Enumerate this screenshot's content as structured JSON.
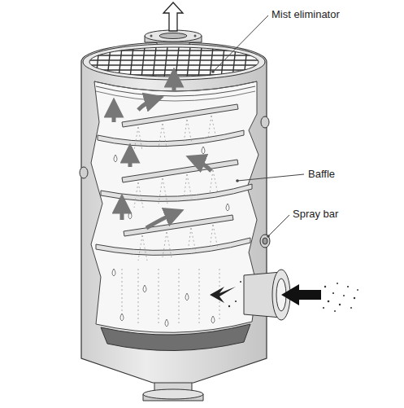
{
  "diagram": {
    "labels": [
      "Mist eliminator",
      "Baffle",
      "Spray bar"
    ]
  }
}
